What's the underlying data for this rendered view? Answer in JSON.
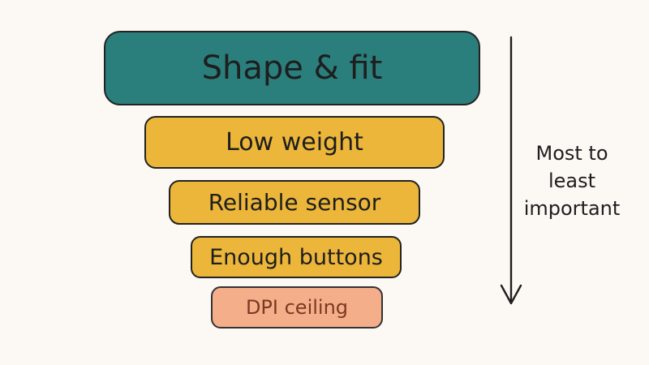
{
  "funnel": {
    "tiers": [
      {
        "label": "Shape & fit",
        "fill": "#2a7f7c"
      },
      {
        "label": "Low weight",
        "fill": "#ecb63a"
      },
      {
        "label": "Reliable sensor",
        "fill": "#ecb63a"
      },
      {
        "label": "Enough buttons",
        "fill": "#ecb63a"
      },
      {
        "label": "DPI ceiling",
        "fill": "#f4ae8a",
        "text_color": "#7a3a22"
      }
    ]
  },
  "arrow": {
    "direction": "down",
    "label_lines": [
      "Most to",
      "least",
      "important"
    ]
  },
  "colors": {
    "background": "#fcf8f4",
    "outline": "#222222"
  }
}
